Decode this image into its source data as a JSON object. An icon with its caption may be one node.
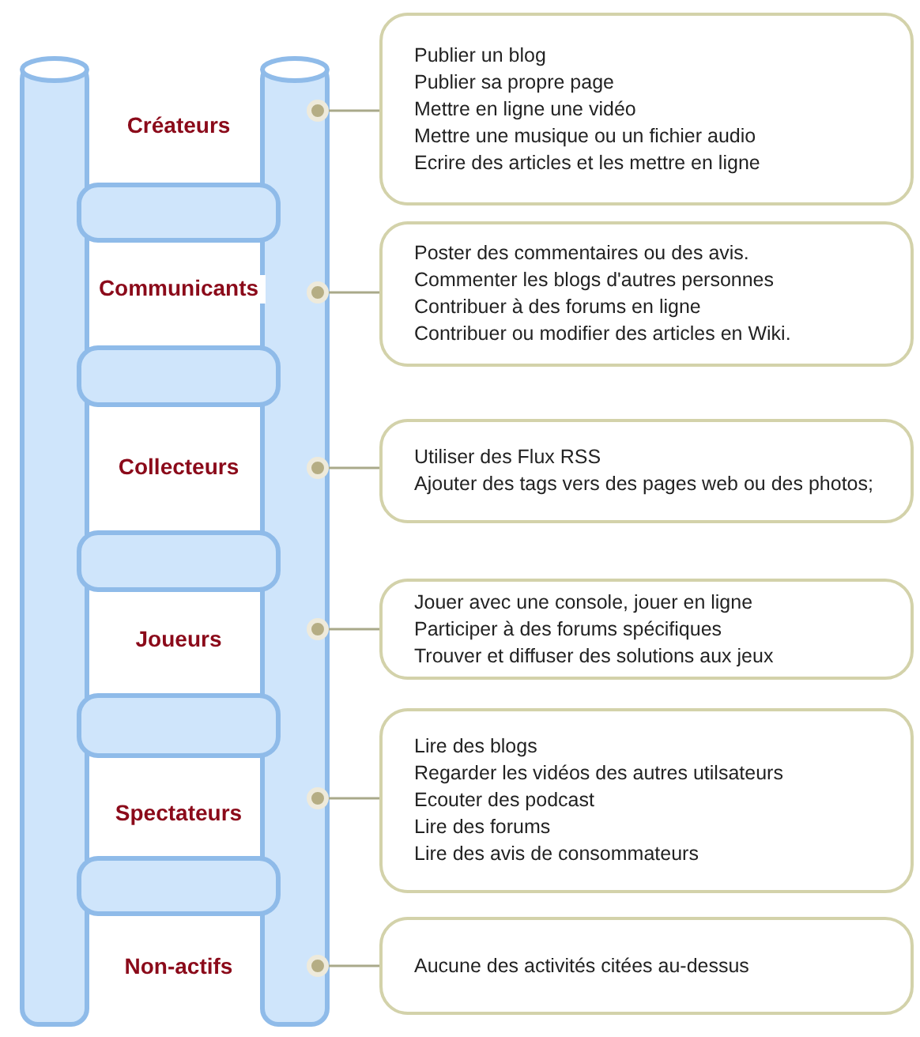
{
  "diagram": {
    "nodes": [
      {
        "text": [
          "Créateurs"
        ]
      },
      {
        "text": [
          "Communicants"
        ]
      },
      {
        "text": [
          "Collecteurs"
        ]
      },
      {
        "text": [
          "Joueurs"
        ]
      },
      {
        "text": [
          "Spectateurs"
        ]
      },
      {
        "text": [
          "Non-actifs"
        ]
      },
      {
        "text": [],
        "shape": "circle"
      },
      {
        "text": [],
        "shape": "circle"
      },
      {
        "text": [],
        "shape": "circle"
      },
      {
        "text": [],
        "shape": "circle"
      },
      {
        "text": [],
        "shape": "circle"
      },
      {
        "text": [],
        "shape": "circle"
      },
      {
        "text": [
          "Publier un blog",
          "Publier sa propre page",
          "Mettre en ligne une vidéo",
          "Mettre une musique ou un fichier audio",
          "Ecrire des articles et les mettre en ligne"
        ]
      },
      {
        "text": [
          "Poster des commentaires ou des avis.",
          "Commenter les blogs d'autres personnes",
          "Contribuer à des forums en ligne",
          "Contribuer ou modifier des articles en Wiki."
        ]
      },
      {
        "text": [
          "Utiliser des Flux RSS",
          "Ajouter des tags vers des pages web ou des photos;"
        ]
      },
      {
        "text": [
          "Jouer avec une console, jouer en ligne",
          "Participer à des forums spécifiques",
          "Trouver et diffuser des solutions aux jeux"
        ]
      },
      {
        "text": [
          "Lire des blogs",
          "Regarder les vidéos des autres utilsateurs",
          "Ecouter des podcast",
          "Lire des forums",
          "Lire des avis de consommateurs"
        ]
      },
      {
        "text": [
          "Aucune des activités citées au-dessus"
        ]
      }
    ],
    "edges": [
      {
        "from": 6,
        "to": 12,
        "arrow": "none"
      },
      {
        "from": 7,
        "to": 13,
        "arrow": "none"
      },
      {
        "from": 8,
        "to": 14,
        "arrow": "none"
      },
      {
        "from": 9,
        "to": 15,
        "arrow": "none"
      },
      {
        "from": 10,
        "to": 16,
        "arrow": "none"
      },
      {
        "from": 11,
        "to": 17,
        "arrow": "none"
      }
    ]
  }
}
